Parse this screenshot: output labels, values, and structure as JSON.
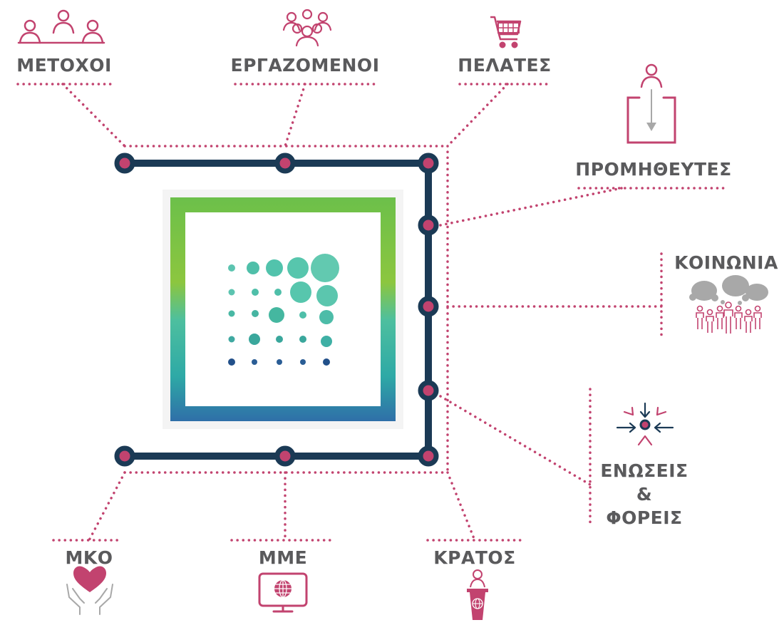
{
  "colors": {
    "accent": "#c2436f",
    "line": "#1b3a55",
    "label": "#5a5a5c",
    "icon_gray": "#a8a8a8",
    "frame_green": "#6cc04a",
    "frame_teal": "#2ea9a6",
    "frame_blue": "#2f6fa8"
  },
  "labels": {
    "shareholders": "ΜΕΤΟΧΟΙ",
    "employees": "ΕΡΓΑΖΟΜΕΝΟΙ",
    "customers": "ΠΕΛΑΤΕΣ",
    "suppliers": "ΠΡΟΜΗΘΕΥΤΕΣ",
    "society": "ΚΟΙΝΩΝΙΑ",
    "unions_line1": "ΕΝΩΣΕΙΣ",
    "unions_line2": "&",
    "unions_line3": "ΦΟΡΕΙΣ",
    "ngo": "ΜΚΟ",
    "media": "ΜΜΕ",
    "state": "ΚΡΑΤΟΣ"
  },
  "icons": {
    "shareholders": "three-people-icon",
    "employees": "group-people-icon",
    "customers": "shopping-cart-icon",
    "suppliers": "person-with-box-icon",
    "society": "crowd-speech-bubbles-icon",
    "unions": "converging-arrows-icon",
    "ngo": "heart-in-hands-icon",
    "media": "monitor-globe-icon",
    "state": "speaker-podium-icon",
    "center": "dot-matrix-logo-icon"
  }
}
